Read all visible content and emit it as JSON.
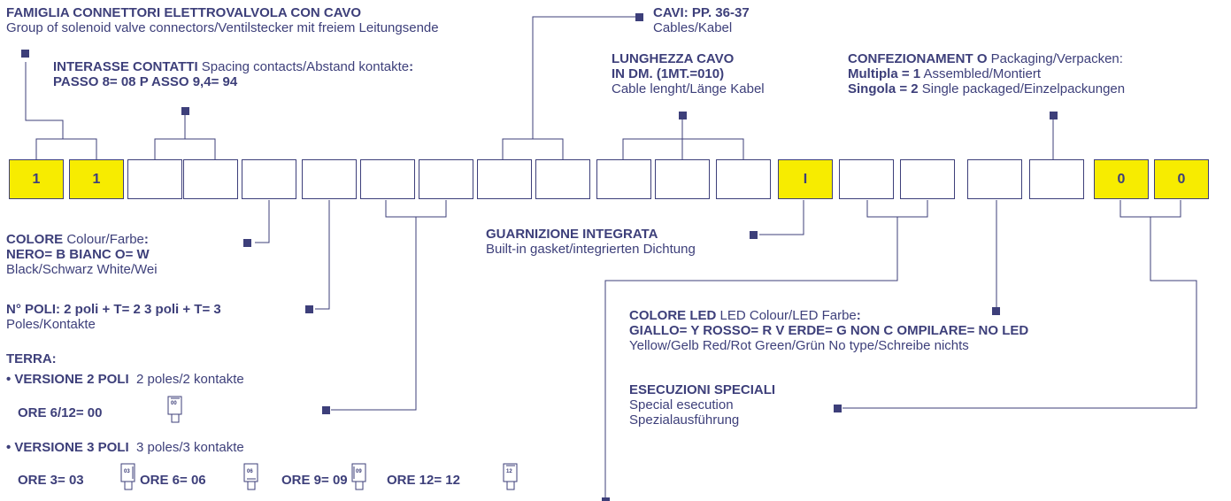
{
  "family": {
    "title": "FAMIGLIA CONNETTORI ELETTROVALVOLA CON CAVO",
    "subtitle": "Group of solenoid valve connectors/Ventilstecker mit freiem Leitungsende"
  },
  "cavi": {
    "title": "CAVI: PP. 36-37",
    "subtitle": "Cables/Kabel"
  },
  "interasse": {
    "title": "INTERASSE CONTATTI",
    "desc": "Spacing contacts/Abstand kontakte",
    "colon": ":",
    "values": "PASSO 8= 08 P ASSO 9,4= 94"
  },
  "lunghezza": {
    "line1": "LUNGHEZZA CAVO",
    "line2": "IN DM. (1MT.=010)",
    "desc": "Cable lenght/Länge Kabel"
  },
  "confezionamento": {
    "title": "CONFEZIONAMENT O",
    "desc": "Packaging/Verpacken:",
    "m_label": "Multipla = 1",
    "m_desc": "Assembled/Montiert",
    "s_label": "Singola = 2",
    "s_desc": "Single packaged/Einzelpackungen"
  },
  "code_boxes": [
    "1",
    "1",
    "",
    "",
    "",
    "",
    "",
    "",
    "",
    "",
    "",
    "",
    "",
    "I",
    "",
    "",
    "",
    "",
    "0",
    "0"
  ],
  "colore": {
    "title": "COLORE",
    "desc": "Colour/Farbe",
    "colon": ":",
    "values": "NERO= B  BIANC O= W",
    "translation": "Black/Schwarz  White/Wei"
  },
  "guarnizione": {
    "title": "GUARNIZIONE INTEGRATA",
    "desc": "Built-in gasket/integrierten Dichtung"
  },
  "poli": {
    "title": "N° POLI:  2 poli + T= 2  3 poli + T= 3",
    "desc": "Poles/Kontakte"
  },
  "terra": {
    "title": "TERRA:"
  },
  "v2": {
    "title": "• VERSIONE 2 POLI",
    "desc": "2 poles/2 kontakte",
    "ore": "ORE 6/12= 00",
    "icon_label": "00"
  },
  "v3": {
    "title": "• VERSIONE 3 POLI",
    "desc": "3 poles/3 kontakte",
    "ore3": "ORE 3= 03",
    "ore6": "ORE 6= 06",
    "ore9": "ORE 9= 09",
    "ore12": "ORE 12= 12",
    "icon3": "03",
    "icon6": "06",
    "icon9": "09",
    "icon12": "12"
  },
  "led": {
    "title": "COLORE LED",
    "desc": "LED Colour/LED Farbe",
    "colon": ":",
    "values": "GIALLO= Y   ROSSO= R   V ERDE= G   NON C OMPILARE= NO LED",
    "translation": "Yellow/Gelb  Red/Rot  Green/Grün  No type/Schreibe nichts"
  },
  "esecuzioni": {
    "title": "ESECUZIONI SPECIALI",
    "line1": "Special esecution",
    "line2": "Spezialausführung"
  },
  "colors": {
    "ink": "#3d3f7a",
    "highlight": "#f7ec00"
  }
}
